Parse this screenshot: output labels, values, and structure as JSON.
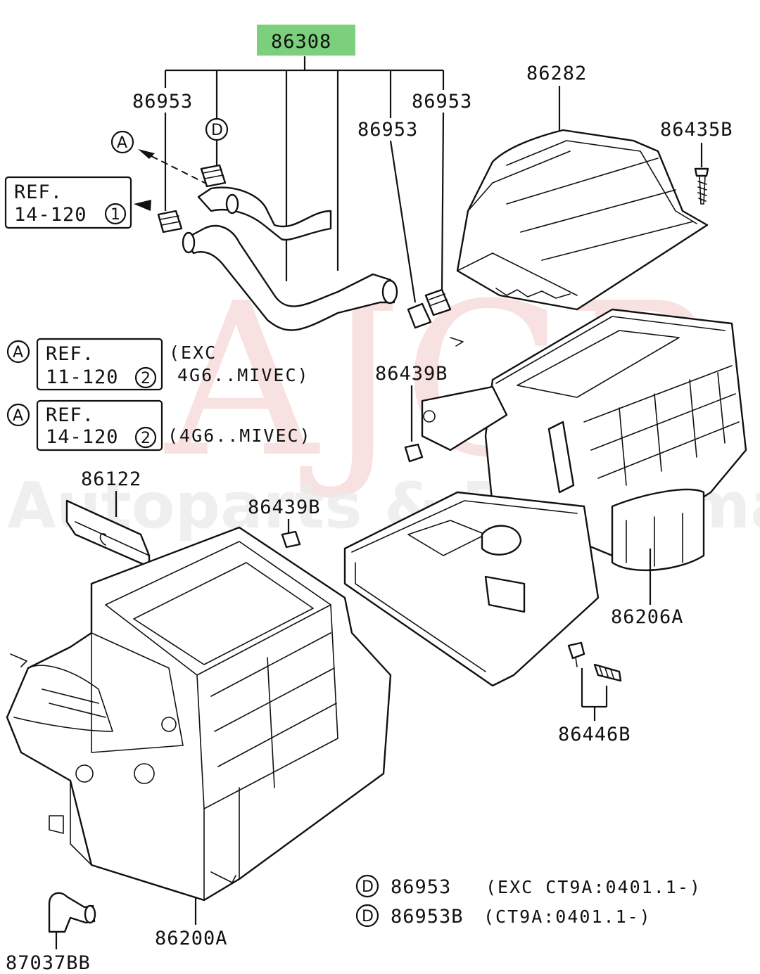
{
  "watermark": {
    "main": "AJCR",
    "sub": "Autoparts & Performance"
  },
  "highlight_part": "86308",
  "highlight_color": "#7ccf7c",
  "parts": {
    "p86953_left": "86953",
    "p86953_right": "86953",
    "p86953_mid": "86953",
    "p86282": "86282",
    "p86435B": "86435B",
    "p86439B_upper": "86439B",
    "p86439B_lower": "86439B",
    "p86122": "86122",
    "p86206A": "86206A",
    "p86446B": "86446B",
    "p86200A": "86200A",
    "p87037BB": "87037BB"
  },
  "markers": {
    "a": "A",
    "d": "D",
    "one": "1",
    "two": "2"
  },
  "refs": {
    "ref_top": {
      "line1": "REF.",
      "line2": "14-120"
    },
    "ref_a1": {
      "line1": "REF.",
      "line2": "11-120",
      "note1": "(EXC",
      "note2": "4G6..MIVEC)"
    },
    "ref_a2": {
      "line1": "REF.",
      "line2": "14-120",
      "note1": "(4G6..MIVEC)"
    }
  },
  "legend": [
    {
      "part": "86953",
      "note": "(EXC CT9A:0401.1-)"
    },
    {
      "part": "86953B",
      "note": "(CT9A:0401.1-)"
    }
  ]
}
